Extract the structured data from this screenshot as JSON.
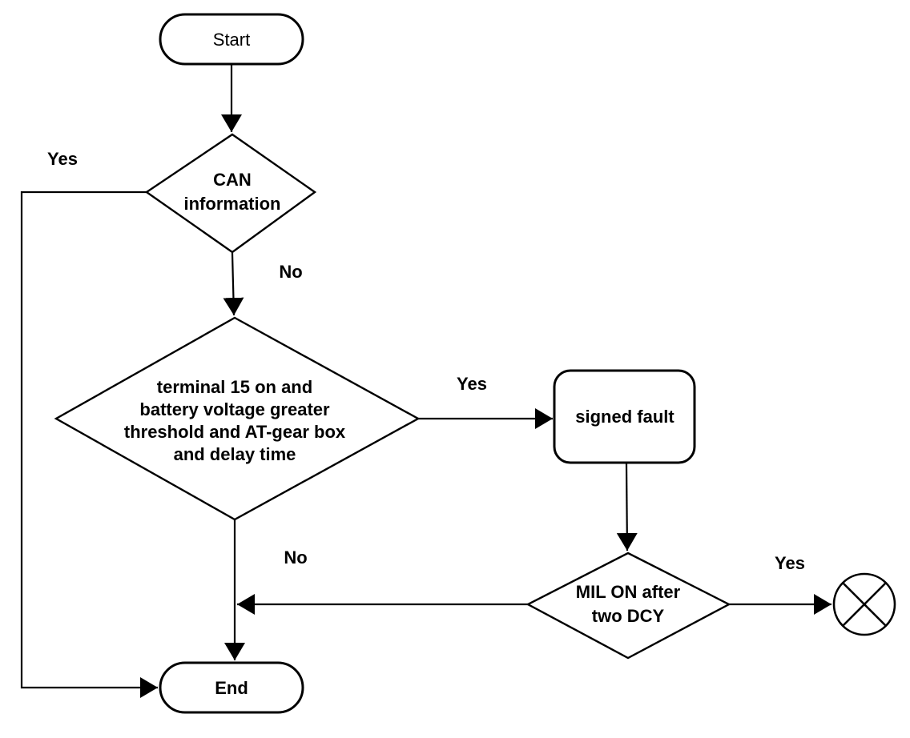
{
  "diagram": {
    "type": "flowchart",
    "background_color": "#ffffff",
    "line_color": "#000000",
    "nodes": {
      "start": {
        "shape": "terminator",
        "label": "Start"
      },
      "can_decision": {
        "shape": "decision",
        "line1": "CAN",
        "line2": "information"
      },
      "condition_decision": {
        "shape": "decision",
        "line1": "terminal 15 on and",
        "line2": "battery voltage greater",
        "line3": "threshold and AT-gear box",
        "line4": "and delay time"
      },
      "signed_fault": {
        "shape": "process",
        "label": "signed fault"
      },
      "mil_decision": {
        "shape": "decision",
        "line1": "MIL ON after",
        "line2": "two DCY"
      },
      "connector": {
        "shape": "crossed-circle"
      },
      "end": {
        "shape": "terminator",
        "label": "End"
      }
    },
    "edge_labels": {
      "can_yes": "Yes",
      "can_no": "No",
      "condition_yes": "Yes",
      "condition_no": "No",
      "mil_yes": "Yes"
    },
    "edges": [
      {
        "from": "start",
        "to": "can_decision",
        "label": ""
      },
      {
        "from": "can_decision",
        "to": "end",
        "label": "Yes"
      },
      {
        "from": "can_decision",
        "to": "condition_decision",
        "label": "No"
      },
      {
        "from": "condition_decision",
        "to": "signed_fault",
        "label": "Yes"
      },
      {
        "from": "condition_decision",
        "to": "end",
        "label": "No"
      },
      {
        "from": "signed_fault",
        "to": "mil_decision",
        "label": ""
      },
      {
        "from": "mil_decision",
        "to": "connector",
        "label": "Yes"
      },
      {
        "from": "mil_decision",
        "to": "end",
        "label": "No"
      }
    ]
  }
}
